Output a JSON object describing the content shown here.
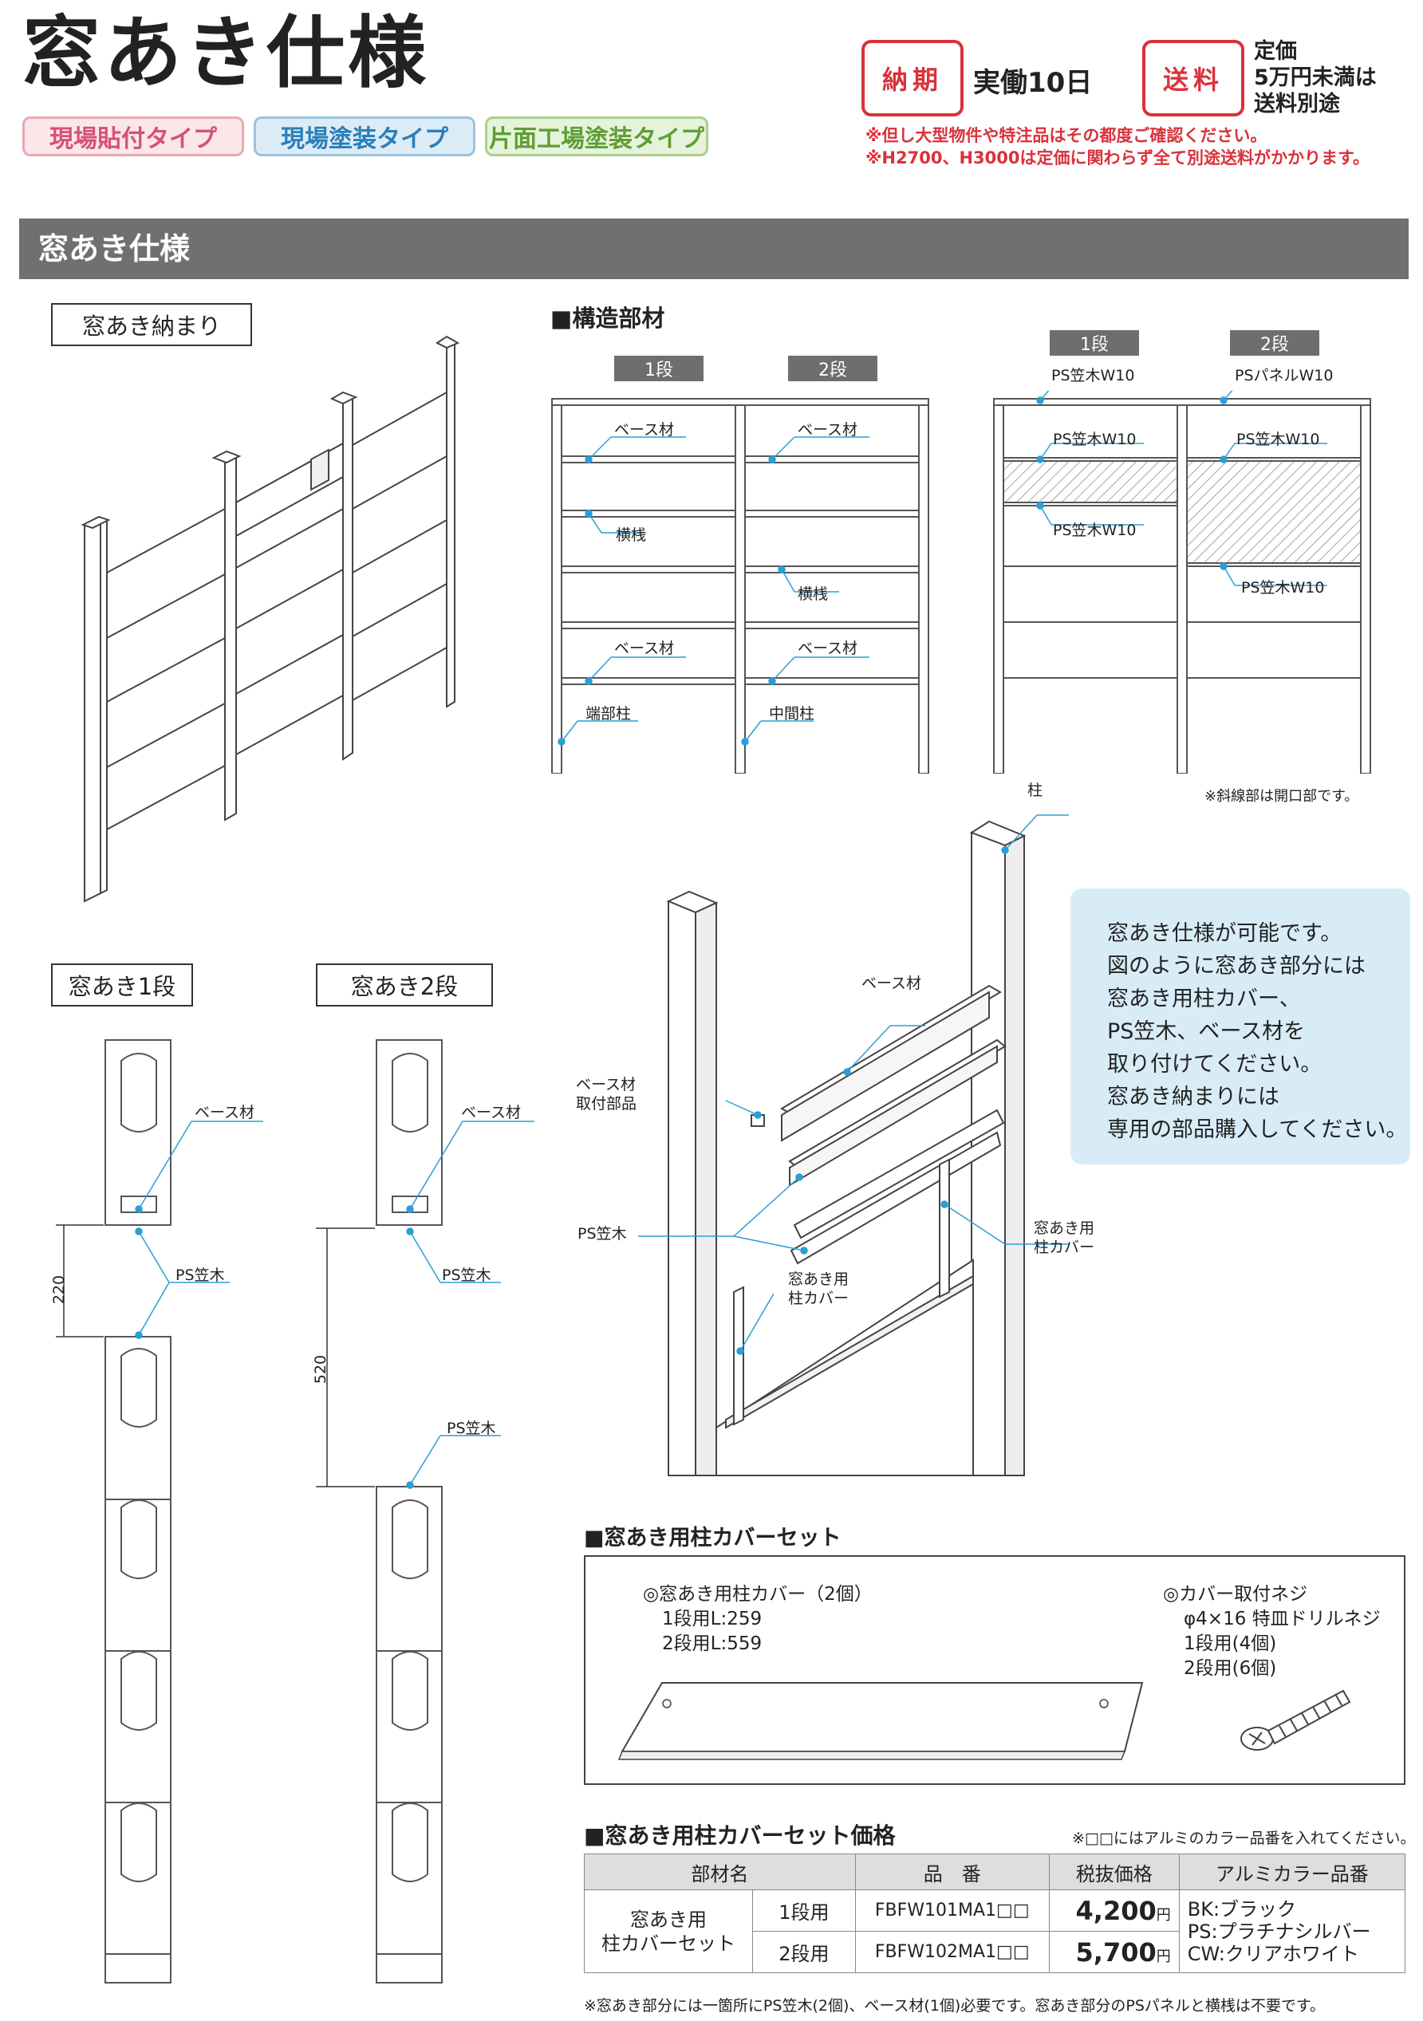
{
  "page_title": "窓あき仕様",
  "tags": [
    "現場貼付タイプ",
    "現場塗装タイプ",
    "片面工場塗装タイプ"
  ],
  "delivery": {
    "label": "納期",
    "value": "実働10日"
  },
  "shipping": {
    "label": "送料",
    "line1": "定価",
    "line2": "5万円未満は",
    "line3": "送料別途"
  },
  "notes": [
    "※但し大型物件や特注品はその都度ご確認ください。",
    "※H2700、H3000は定価に関わらず全て別途送料がかかります。"
  ],
  "section_title": "窓あき仕様",
  "fit_label": "窓あき納まり",
  "structure": {
    "heading": "■構造部材",
    "tab1": "1段",
    "tab2": "2段",
    "tab3": "1段",
    "tab4": "2段",
    "base": "ベース材",
    "yokosan": "横桟",
    "end_post": "端部柱",
    "mid_post": "中間柱",
    "ps_kasagi_w10": "PS笠木W10",
    "ps_panel_w10": "PSパネルW10",
    "hatch_note": "※斜線部は開口部です。"
  },
  "iso": {
    "post": "柱",
    "base": "ベース材",
    "base_parts": "ベース材",
    "base_parts2": "取付部品",
    "ps_kasagi": "PS笠木",
    "cover1": "窓あき用",
    "cover1b": "柱カバー",
    "cover2": "窓あき用",
    "cover2b": "柱カバー"
  },
  "info_lines": [
    "窓あき仕様が可能です。",
    "図のように窓あき部分には",
    "窓あき用柱カバー、",
    "PS笠木、ベース材を",
    "取り付けてください。",
    "窓あき納まりには",
    "専用の部品購入してください。"
  ],
  "window1": {
    "label": "窓あき1段",
    "base": "ベース材",
    "ps": "PS笠木",
    "dim": "220"
  },
  "window2": {
    "label": "窓あき2段",
    "base": "ベース材",
    "ps": "PS笠木",
    "ps2": "PS笠木",
    "dim": "520"
  },
  "cover_set": {
    "heading": "■窓あき用柱カバーセット",
    "cover_title": "◎窓あき用柱カバー（2個）",
    "cover_l1": "1段用L:259",
    "cover_l2": "2段用L:559",
    "screw_title": "◎カバー取付ネジ",
    "screw_spec": "φ4×16 特皿ドリルネジ",
    "screw_1": "1段用(4個)",
    "screw_2": "2段用(6個)"
  },
  "price": {
    "heading": "■窓あき用柱カバーセット価格",
    "note": "※□□にはアルミのカラー品番を入れてください。",
    "headers": [
      "部材名",
      "品　番",
      "税抜価格",
      "アルミカラー品番"
    ],
    "name1": "窓あき用",
    "name2": "柱カバーセット",
    "rows": [
      {
        "type": "1段用",
        "code": "FBFW101MA1□□",
        "price": "4,200",
        "unit": "円"
      },
      {
        "type": "2段用",
        "code": "FBFW102MA1□□",
        "price": "5,700",
        "unit": "円"
      }
    ],
    "colors": [
      "BK:ブラック",
      "PS:プラチナシルバー",
      "CW:クリアホワイト"
    ],
    "footnote": "※窓あき部分には一箇所にPS笠木(2個)、ベース材(1個)必要です。窓あき部分のPSパネルと横桟は不要です。"
  }
}
